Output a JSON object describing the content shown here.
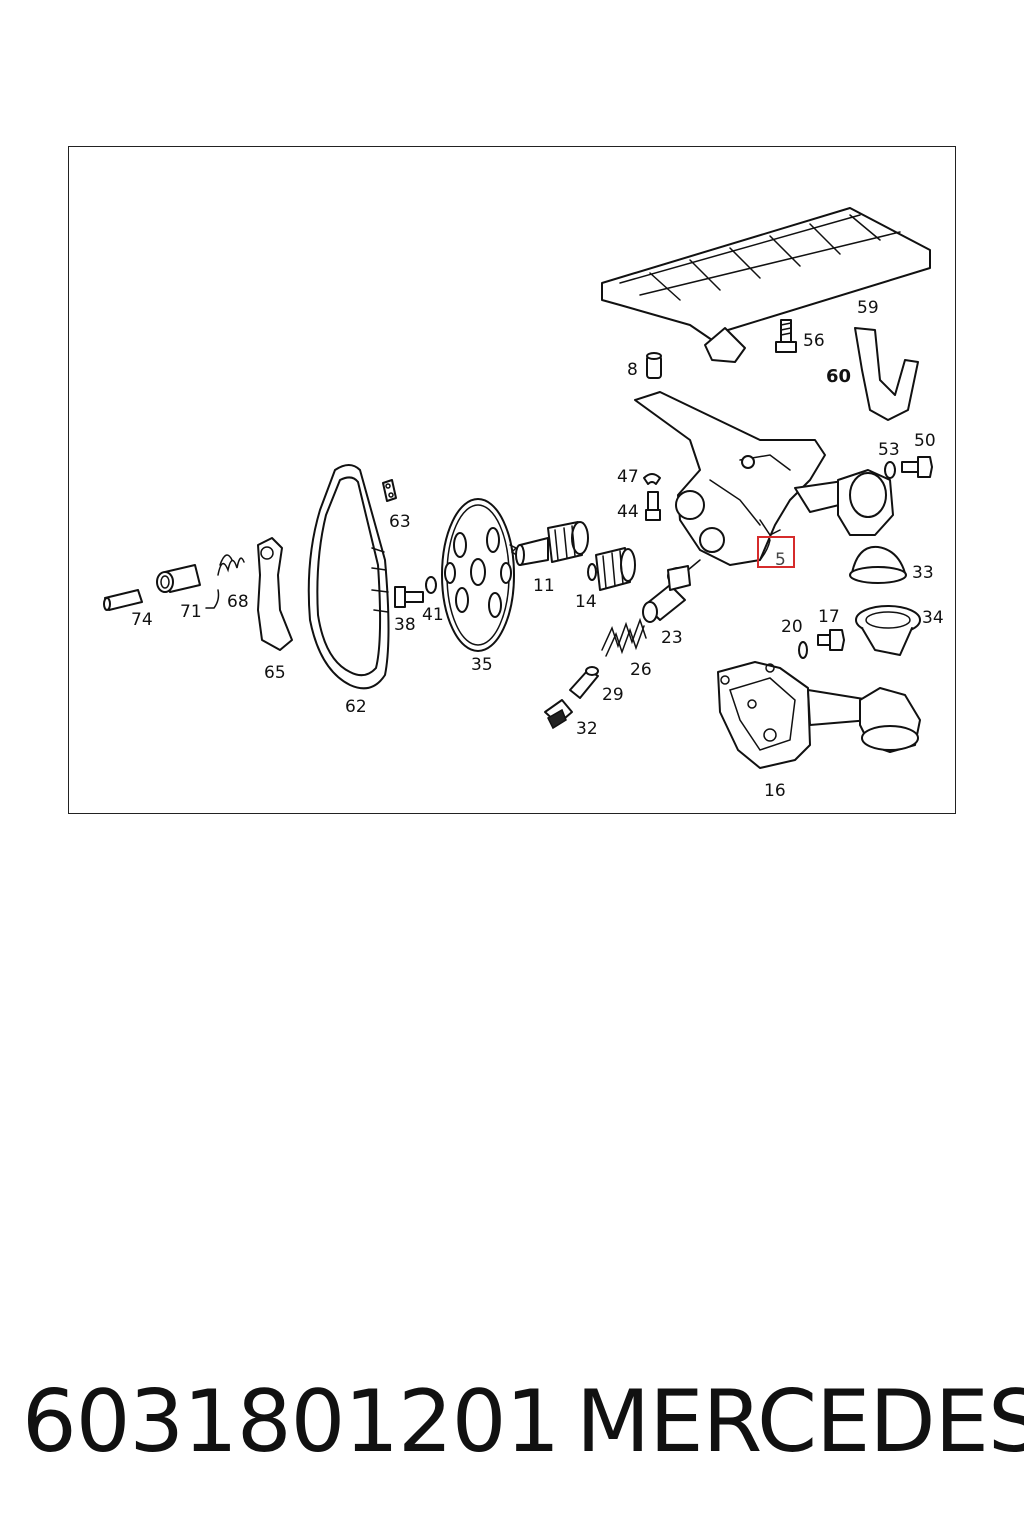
{
  "diagram": {
    "callouts": [
      "59",
      "56",
      "60",
      "8",
      "53",
      "50",
      "47",
      "44",
      "63",
      "5",
      "11",
      "14",
      "33",
      "74",
      "71",
      "68",
      "38",
      "41",
      "17",
      "20",
      "34",
      "23",
      "65",
      "62",
      "35",
      "26",
      "29",
      "32",
      "16"
    ],
    "highlighted_callout": "5",
    "highlight_color": "#d62b2b"
  },
  "footer": {
    "part_number": "6031801201",
    "brand": "MERCEDES"
  }
}
